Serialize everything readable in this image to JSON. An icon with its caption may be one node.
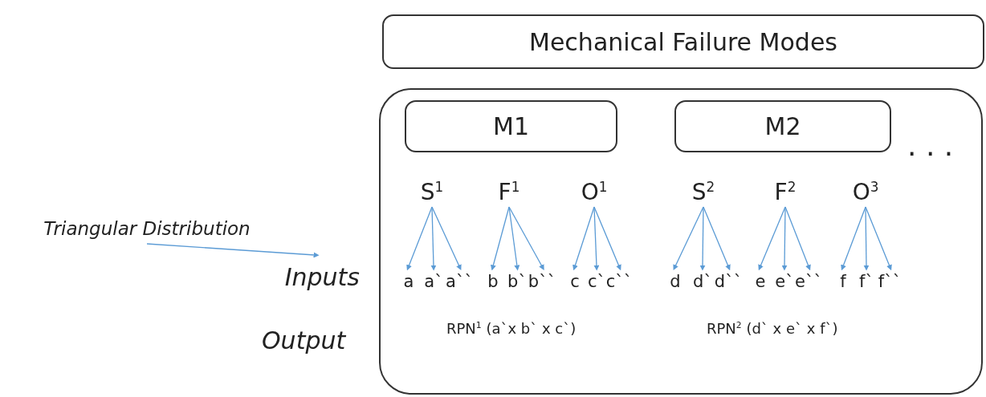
{
  "diagram": {
    "nodes": [
      {
        "text": [
          "Mechanical Failure Modes"
        ]
      },
      {
        "text": [],
        "shape": "box"
      },
      {
        "text": [
          "M1"
        ],
        "in": 1
      },
      {
        "text": [
          "M2"
        ],
        "in": 1
      },
      {
        "text": [
          "S$^{1}$"
        ],
        "in": 1
      },
      {
        "text": [
          "F$^{1}$"
        ],
        "in": 1
      },
      {
        "text": [
          "O$^{1}$"
        ],
        "in": 1
      },
      {
        "text": [
          "S$^{2}$"
        ],
        "in": 1
      },
      {
        "text": [
          "F$^{2}$"
        ],
        "in": 1
      },
      {
        "text": [
          "O$^{3}$"
        ],
        "in": 1
      },
      {
        "text": [
          "a"
        ],
        "in": 1
      },
      {
        "text": [
          "a`"
        ],
        "in": 1
      },
      {
        "text": [
          "a``"
        ],
        "in": 1
      },
      {
        "text": [
          "b"
        ],
        "in": 1
      },
      {
        "text": [
          "b`"
        ],
        "in": 1
      },
      {
        "text": [
          "b``"
        ],
        "in": 1
      },
      {
        "text": [
          "c"
        ],
        "in": 1
      },
      {
        "text": [
          "c`"
        ],
        "in": 1
      },
      {
        "text": [
          "c``"
        ],
        "in": 1
      },
      {
        "text": [
          "d"
        ],
        "in": 1
      },
      {
        "text": [
          "d`"
        ],
        "in": 1
      },
      {
        "text": [
          "d``"
        ],
        "in": 1
      },
      {
        "text": [
          "e"
        ],
        "in": 1
      },
      {
        "text": [
          "e`"
        ],
        "in": 1
      },
      {
        "text": [
          "e``"
        ],
        "in": 1
      },
      {
        "text": [
          "f"
        ],
        "in": 1
      },
      {
        "text": [
          "f`"
        ],
        "in": 1
      },
      {
        "text": [
          "f``"
        ],
        "in": 1
      },
      {
        "text": [
          "Triangular Distribution"
        ]
      },
      {
        "text": [
          "Inputs"
        ]
      }
    ],
    "edges": [
      {
        "from": 4,
        "to": 10,
        "arrow": "to"
      },
      {
        "from": 4,
        "to": 11,
        "arrow": "to"
      },
      {
        "from": 4,
        "to": 12,
        "arrow": "to"
      },
      {
        "from": 5,
        "to": 13,
        "arrow": "to"
      },
      {
        "from": 5,
        "to": 14,
        "arrow": "to"
      },
      {
        "from": 5,
        "to": 15,
        "arrow": "to"
      },
      {
        "from": 6,
        "to": 16,
        "arrow": "to"
      },
      {
        "from": 6,
        "to": 17,
        "arrow": "to"
      },
      {
        "from": 6,
        "to": 18,
        "arrow": "to"
      },
      {
        "from": 7,
        "to": 19,
        "arrow": "to"
      },
      {
        "from": 7,
        "to": 20,
        "arrow": "to"
      },
      {
        "from": 7,
        "to": 21,
        "arrow": "to"
      },
      {
        "from": 8,
        "to": 22,
        "arrow": "to"
      },
      {
        "from": 8,
        "to": 23,
        "arrow": "to"
      },
      {
        "from": 8,
        "to": 24,
        "arrow": "to"
      },
      {
        "from": 9,
        "to": 25,
        "arrow": "to"
      },
      {
        "from": 9,
        "to": 26,
        "arrow": "to"
      },
      {
        "from": 9,
        "to": 27,
        "arrow": "to"
      },
      {
        "from": 28,
        "to": 29,
        "arrow": "to"
      }
    ],
    "labels": [
      ". . .",
      "Output",
      "RPN$^{1}$ (a`x b` x c`)",
      "RPN$^{2}$ (d` x e` x f`)"
    ]
  }
}
